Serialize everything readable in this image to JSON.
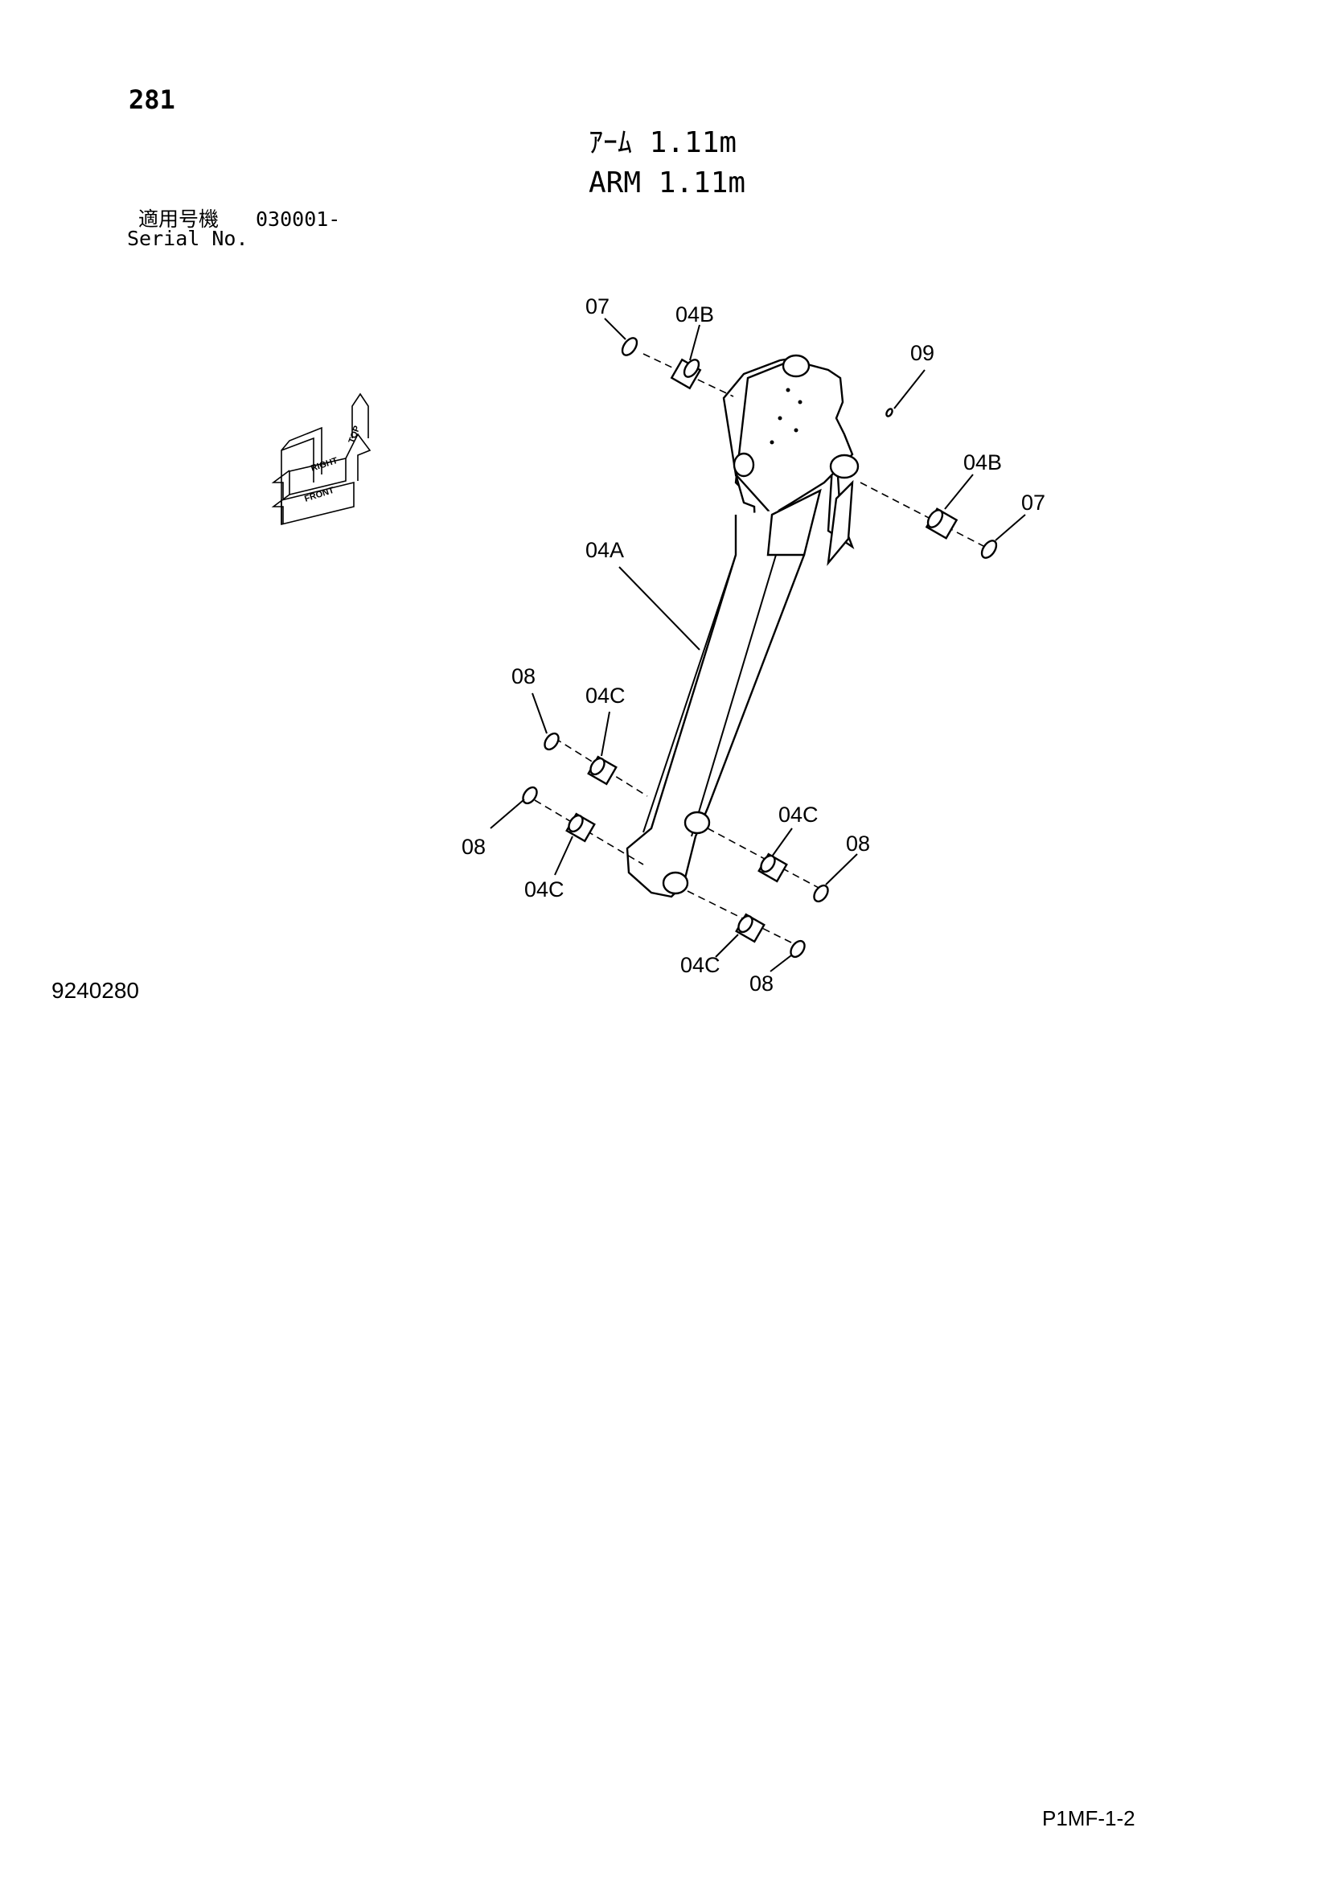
{
  "header": {
    "page_number": "281",
    "title_jp": "ｱｰﾑ 1.11m",
    "title_en": "ARM 1.11m",
    "serial_label_jp": "適用号機",
    "serial_label_en": "Serial No.",
    "serial_number": "030001-"
  },
  "orientation_icon": {
    "top": "TOP",
    "right": "RIGHT",
    "front": "FRONT"
  },
  "callouts": {
    "c07_top": "07",
    "c04B_top": "04B",
    "c09": "09",
    "c04B_right": "04B",
    "c07_right": "07",
    "c04A": "04A",
    "c08_upper_left": "08",
    "c04C_upper_left": "04C",
    "c08_mid_left": "08",
    "c04C_mid_left": "04C",
    "c04C_mid_right": "04C",
    "c08_mid_right": "08",
    "c04C_bottom": "04C",
    "c08_bottom": "08"
  },
  "footer": {
    "figure_number": "9240280",
    "page_code": "P1MF-1-2"
  }
}
